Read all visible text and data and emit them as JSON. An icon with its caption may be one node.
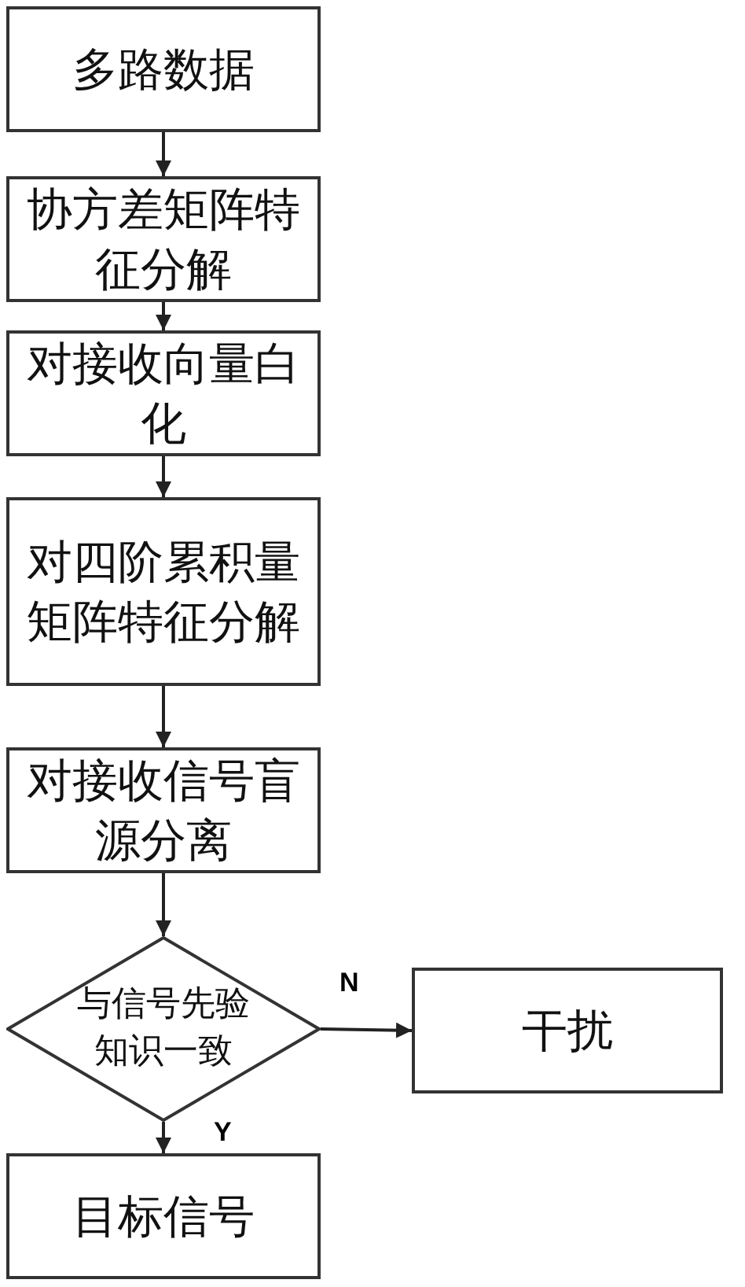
{
  "diagram": {
    "nodes": [
      {
        "text": [
          "多路数据"
        ]
      },
      {
        "text": [
          "协方差矩阵特征分解"
        ]
      },
      {
        "text": [
          "对接收向量白化"
        ]
      },
      {
        "text": [
          "对四阶累积量矩阵特征分解"
        ]
      },
      {
        "text": [
          "对接收信号盲源分离"
        ]
      },
      {
        "text": [
          "与信号先验知识一致"
        ]
      },
      {
        "text": [
          "干扰"
        ]
      },
      {
        "text": [
          "目标信号"
        ]
      }
    ],
    "edges": [
      {
        "from": 0,
        "to": 1,
        "arrow": "to"
      },
      {
        "from": 1,
        "to": 2,
        "arrow": "to"
      },
      {
        "from": 2,
        "to": 3,
        "arrow": "to"
      },
      {
        "from": 3,
        "to": 4,
        "arrow": "to"
      },
      {
        "from": 4,
        "to": 5,
        "arrow": "to"
      },
      {
        "from": 5,
        "to": 6,
        "label": "N",
        "arrow": "to"
      },
      {
        "from": 5,
        "to": 7,
        "label": "Y",
        "arrow": "to"
      }
    ]
  }
}
